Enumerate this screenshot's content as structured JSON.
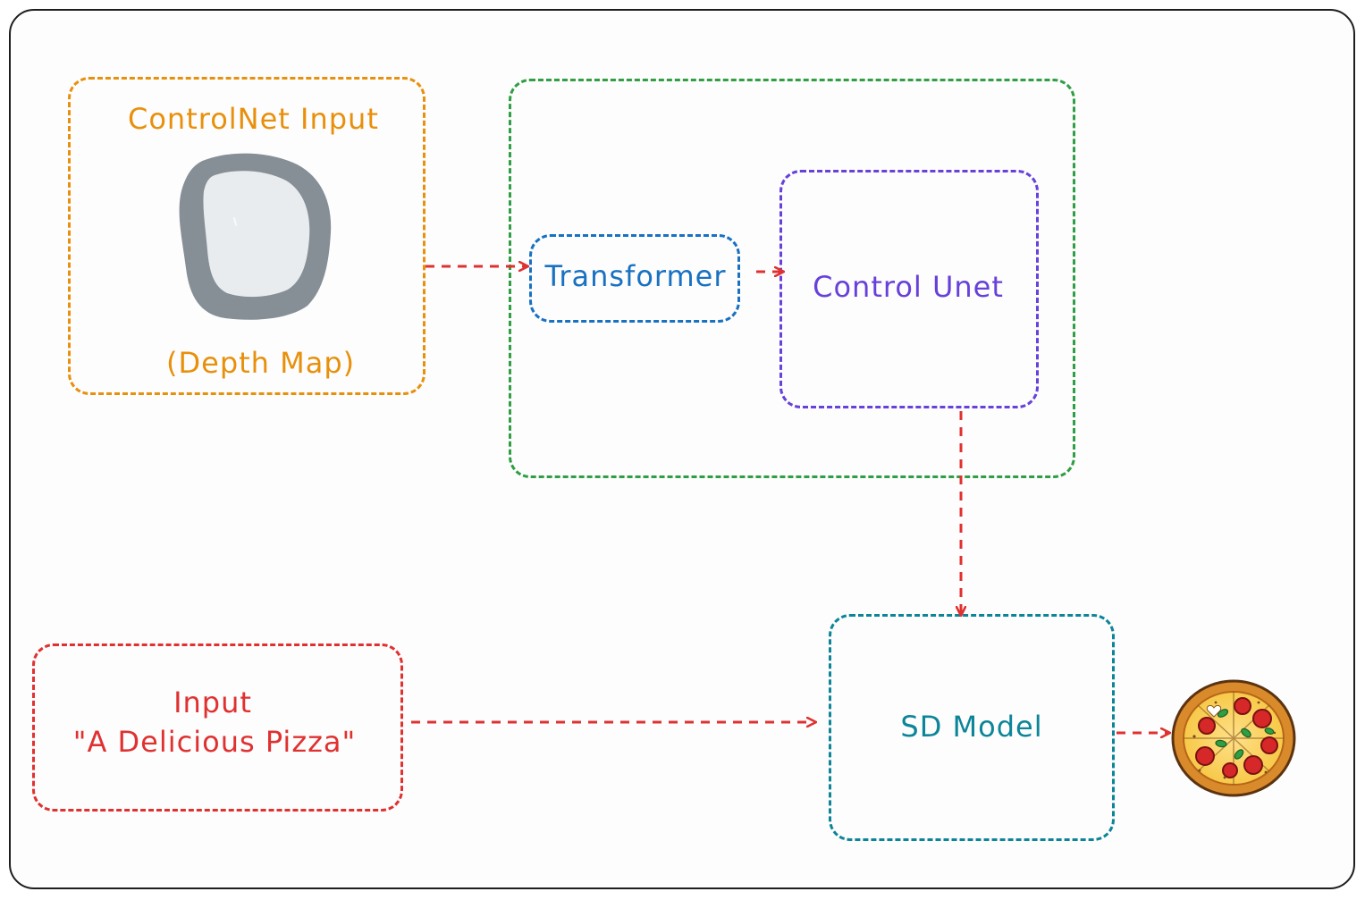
{
  "colors": {
    "orange": "#e8900c",
    "green": "#2f9e44",
    "blue": "#1971c2",
    "purple": "#6741d9",
    "red": "#e03131",
    "teal": "#0c8599",
    "arrow": "#e03131",
    "frame": "#1e1e1e",
    "depth_outer": "#868e96",
    "depth_inner": "#e9ecef"
  },
  "controlnet_input": {
    "title": "ControlNet Input",
    "caption": "(Depth Map)",
    "icon": "depth-map-blob-icon"
  },
  "transformer": {
    "label": "Transformer"
  },
  "control_unet": {
    "label": "Control Unet"
  },
  "sd_model": {
    "label": "SD Model"
  },
  "text_input": {
    "line1": "Input",
    "line2": "\"A Delicious Pizza\""
  },
  "output": {
    "icon": "pizza-icon"
  }
}
